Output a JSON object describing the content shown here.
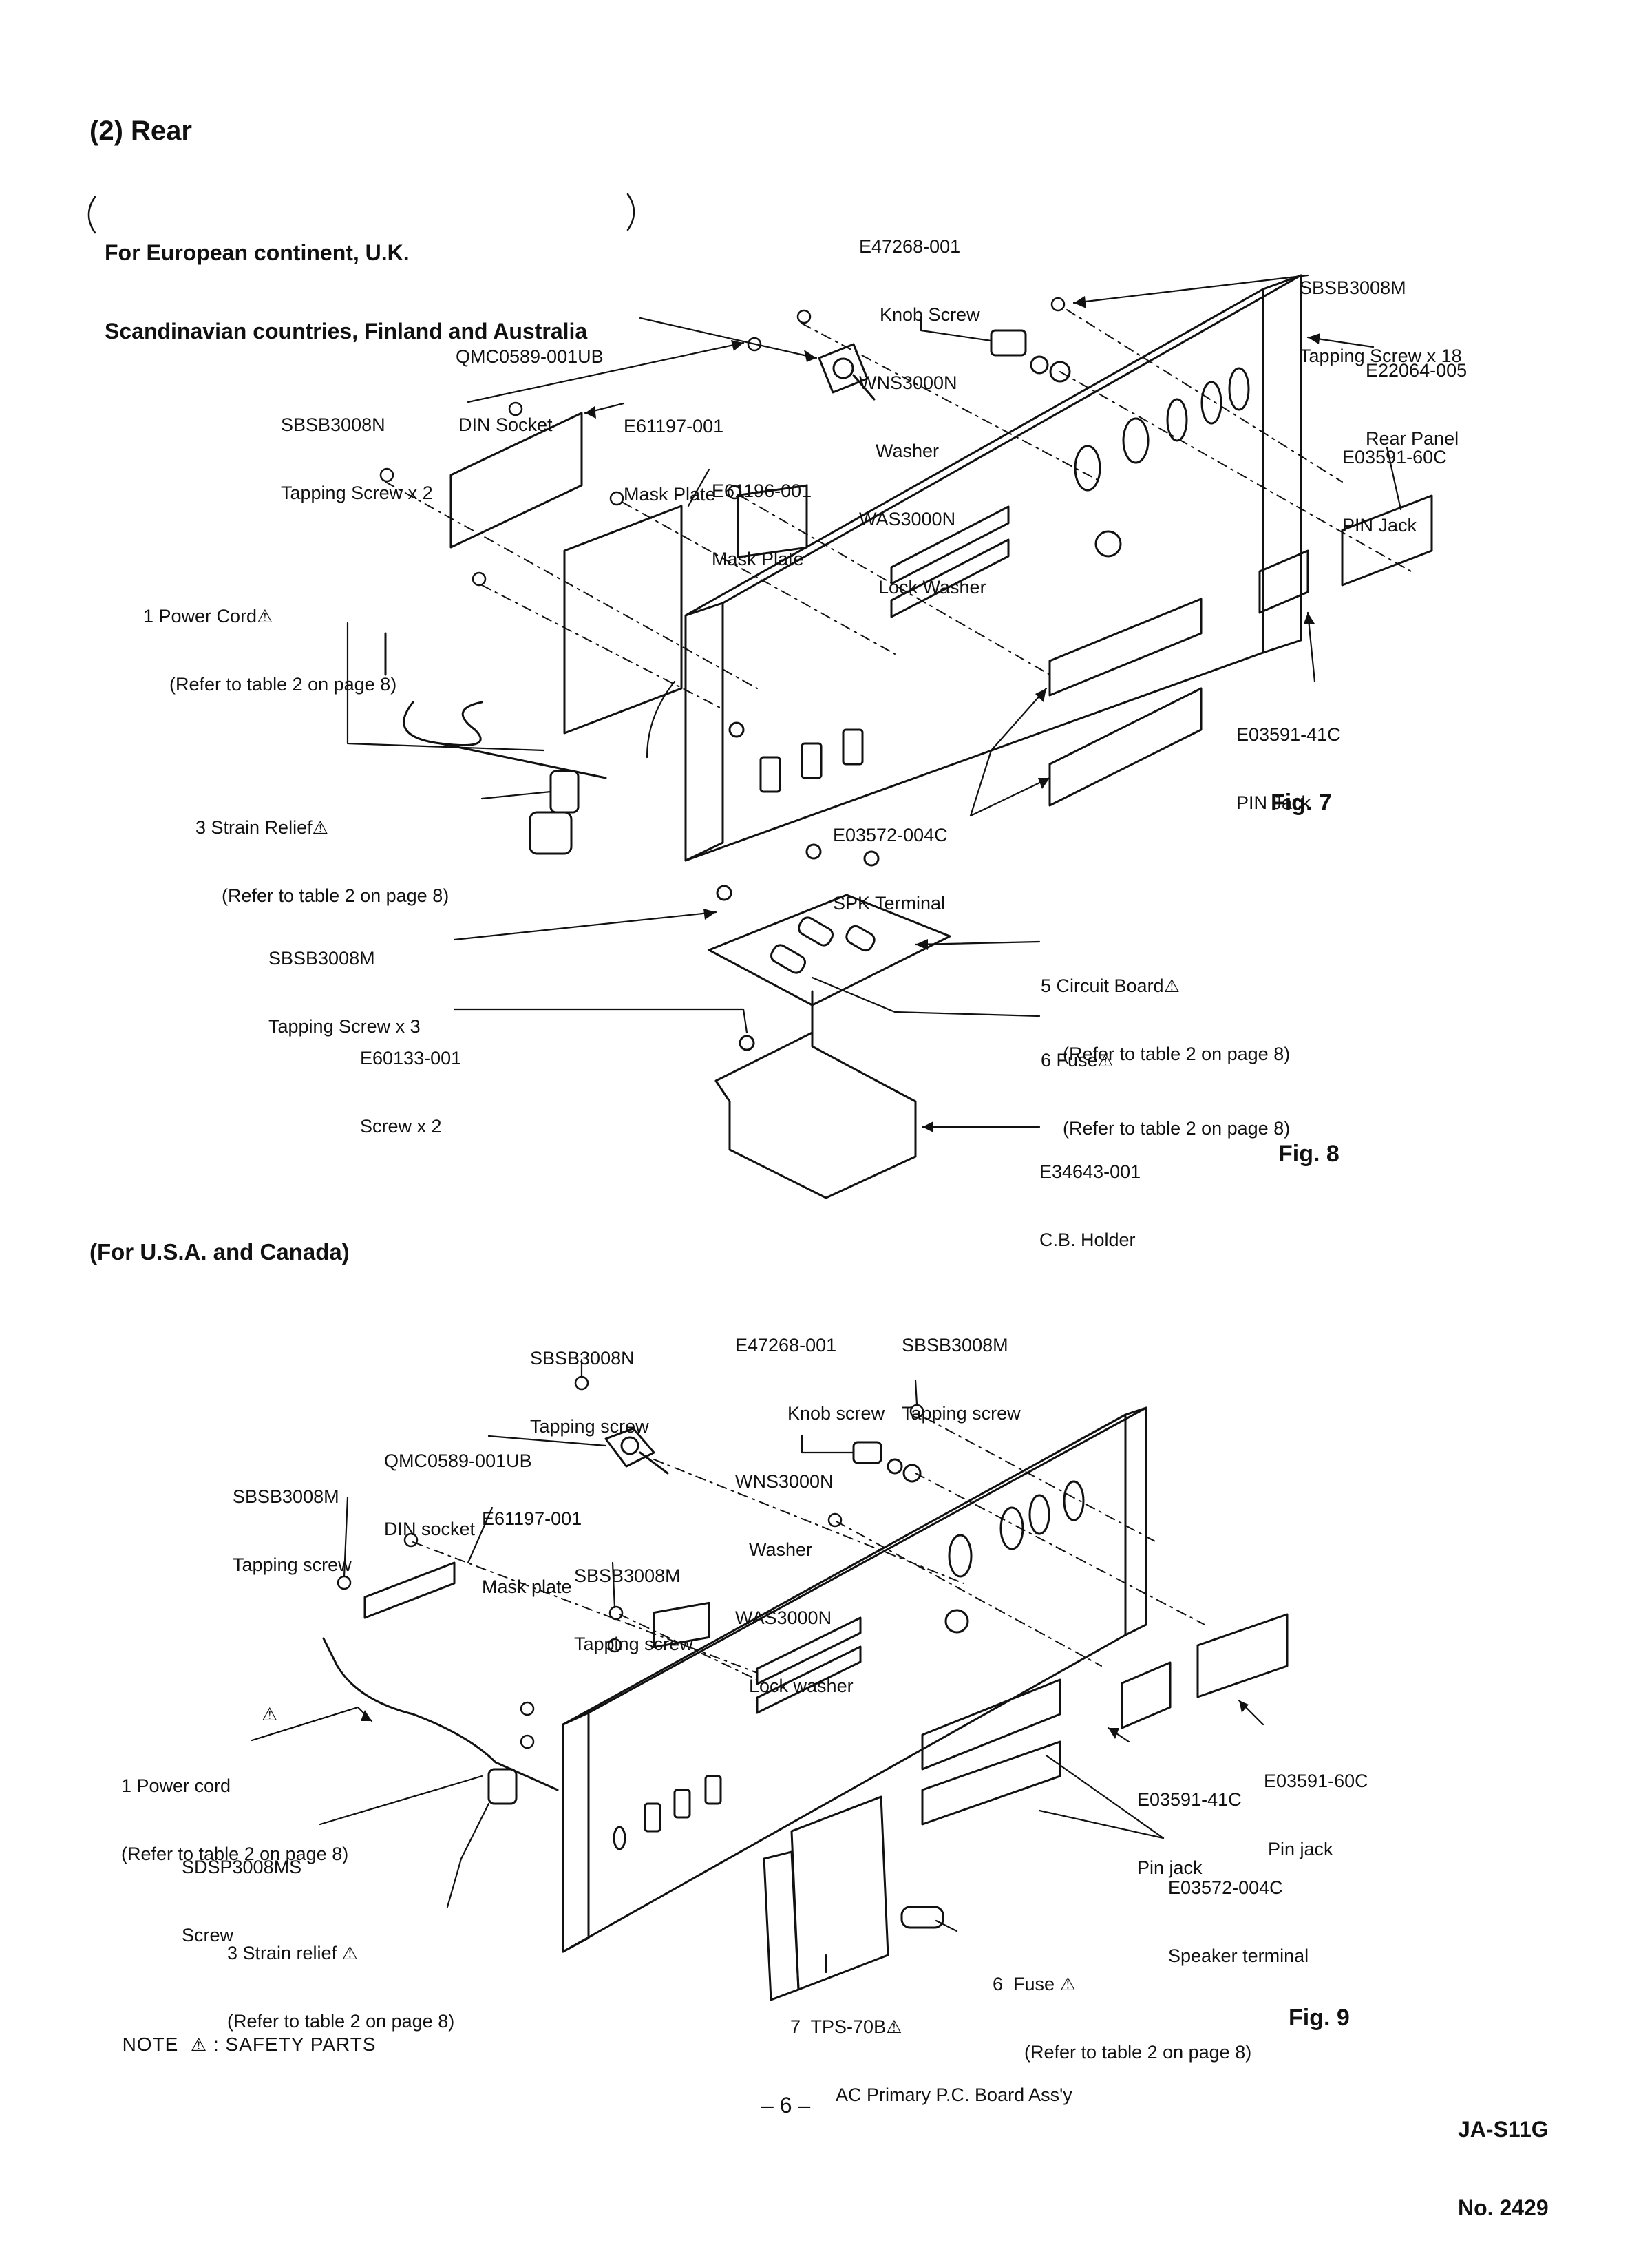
{
  "header": {
    "section_title": "(2) Rear"
  },
  "eu": {
    "region_line1": "For European continent, U.K.",
    "region_line2": "Scandinavian countries, Finland and Australia",
    "fig7": "Fig. 7",
    "fig8": "Fig. 8",
    "parts": {
      "knob": {
        "l1": "E47268-001",
        "l2": "Knob Screw",
        "l3": "WNS3000N",
        "l4": "Washer",
        "l5": "WAS3000N",
        "l6": "Lock Washer"
      },
      "tap18": {
        "l1": "SBSB3008M",
        "l2": "Tapping Screw x 18"
      },
      "panel": {
        "l1": "E22064-005",
        "l2": "Rear Panel"
      },
      "din": {
        "l1": "QMC0589-001UB",
        "l2": "DIN Socket"
      },
      "tap2": {
        "l1": "SBSB3008N",
        "l2": "Tapping Screw x 2"
      },
      "mask1": {
        "l1": "E61197-001",
        "l2": "Mask Plate"
      },
      "mask2": {
        "l1": "E61196-001",
        "l2": "Mask Plate"
      },
      "pin60": {
        "l1": "E03591-60C",
        "l2": "PIN Jack"
      },
      "power": {
        "l1": "1 Power Cord",
        "l2": "(Refer to table 2 on page 8)"
      },
      "pin41": {
        "l1": "E03591-41C",
        "l2": "PIN Jack"
      },
      "strain": {
        "l1": "3 Strain Relief",
        "l2": "(Refer to table 2 on page 8)"
      },
      "spk": {
        "l1": "E03572-004C",
        "l2": "SPK Terminal"
      },
      "tap3": {
        "l1": "SBSB3008M",
        "l2": "Tapping Screw x 3"
      },
      "board": {
        "l1": "5 Circuit Board",
        "l2": "(Refer to table 2 on page 8)"
      },
      "screw2": {
        "l1": "E60133-001",
        "l2": "Screw x 2"
      },
      "fuse": {
        "l1": "6 Fuse",
        "l2": "(Refer to table 2 on page 8)"
      },
      "holder": {
        "l1": "E34643-001",
        "l2": "C.B. Holder"
      }
    }
  },
  "us": {
    "region": "(For U.S.A. and Canada)",
    "fig9": "Fig. 9",
    "parts": {
      "tapN": {
        "l1": "SBSB3008N",
        "l2": "Tapping screw"
      },
      "knob": {
        "l1": "E47268-001",
        "l2": "Knob screw",
        "l3": "WNS3000N",
        "l4": "Washer",
        "l5": "WAS3000N",
        "l6": "Lock washer"
      },
      "tapM1": {
        "l1": "SBSB3008M",
        "l2": "Tapping screw"
      },
      "din": {
        "l1": "QMC0589-001UB",
        "l2": "DIN socket"
      },
      "tapM2": {
        "l1": "SBSB3008M",
        "l2": "Tapping screw"
      },
      "mask": {
        "l1": "E61197-001",
        "l2": "Mask plate"
      },
      "tapM3": {
        "l1": "SBSB3008M",
        "l2": "Tapping screw"
      },
      "power": {
        "l1": "1 Power cord",
        "l2": "(Refer to table 2 on page 8)"
      },
      "screw": {
        "l1": "SDSP3008MS",
        "l2": "Screw"
      },
      "pin60": {
        "l1": "E03591-60C",
        "l2": "Pin jack"
      },
      "pin41": {
        "l1": "E03591-41C",
        "l2": "Pin jack"
      },
      "spk": {
        "l1": "E03572-004C",
        "l2": "Speaker terminal"
      },
      "strain": {
        "l1": "3 Strain relief",
        "l2": "(Refer to table 2 on page 8)"
      },
      "fuse": {
        "l1": "6  Fuse",
        "l2": "(Refer to table 2 on page 8)"
      },
      "tps": {
        "l1": "7  TPS-70B",
        "l2": "AC Primary P.C. Board Ass'y"
      }
    }
  },
  "footer": {
    "note": "NOTE",
    "note_text": ": SAFETY PARTS",
    "page_number": "– 6 –",
    "model": "JA-S11G",
    "doc_number": "No. 2429"
  }
}
